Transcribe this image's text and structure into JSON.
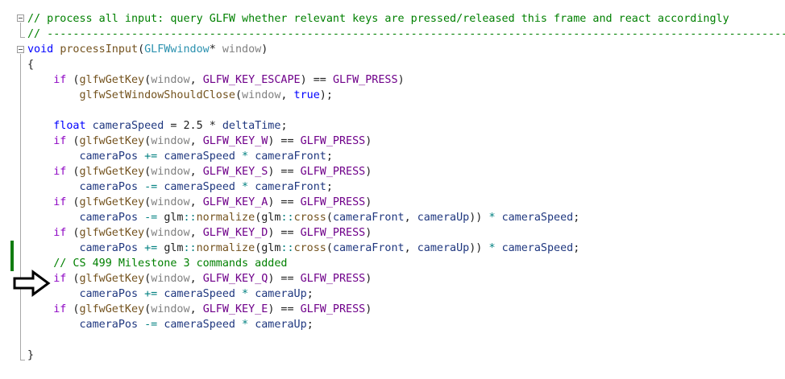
{
  "code": {
    "lines": [
      {
        "id": "l1",
        "tokens": [
          {
            "t": "// process all input: query GLFW whether relevant keys are pressed/released this frame and react accordingly",
            "c": "c"
          }
        ]
      },
      {
        "id": "l2",
        "tokens": [
          {
            "t": "// -------------------------------------------------------------------------------------------------------------------",
            "c": "c"
          }
        ]
      },
      {
        "id": "l3",
        "tokens": [
          {
            "t": "void",
            "c": "k"
          },
          {
            "t": " ",
            "c": "n"
          },
          {
            "t": "processInput",
            "c": "f"
          },
          {
            "t": "(",
            "c": "n"
          },
          {
            "t": "GLFWwindow",
            "c": "t"
          },
          {
            "t": "* ",
            "c": "n"
          },
          {
            "t": "window",
            "c": "p"
          },
          {
            "t": ")",
            "c": "n"
          }
        ]
      },
      {
        "id": "l4",
        "tokens": [
          {
            "t": "{",
            "c": "n"
          }
        ]
      },
      {
        "id": "l5",
        "tokens": [
          {
            "t": "    ",
            "c": "n"
          },
          {
            "t": "if",
            "c": "cf"
          },
          {
            "t": " (",
            "c": "n"
          },
          {
            "t": "glfwGetKey",
            "c": "f"
          },
          {
            "t": "(",
            "c": "n"
          },
          {
            "t": "window",
            "c": "p"
          },
          {
            "t": ", ",
            "c": "n"
          },
          {
            "t": "GLFW_KEY_ESCAPE",
            "c": "m"
          },
          {
            "t": ") == ",
            "c": "n"
          },
          {
            "t": "GLFW_PRESS",
            "c": "m"
          },
          {
            "t": ")",
            "c": "n"
          }
        ]
      },
      {
        "id": "l6",
        "tokens": [
          {
            "t": "        ",
            "c": "n"
          },
          {
            "t": "glfwSetWindowShouldClose",
            "c": "f"
          },
          {
            "t": "(",
            "c": "n"
          },
          {
            "t": "window",
            "c": "p"
          },
          {
            "t": ", ",
            "c": "n"
          },
          {
            "t": "true",
            "c": "k"
          },
          {
            "t": ");",
            "c": "n"
          }
        ]
      },
      {
        "id": "l7",
        "tokens": [
          {
            "t": "",
            "c": "n"
          }
        ]
      },
      {
        "id": "l8",
        "tokens": [
          {
            "t": "    ",
            "c": "n"
          },
          {
            "t": "float",
            "c": "k"
          },
          {
            "t": " ",
            "c": "n"
          },
          {
            "t": "cameraSpeed",
            "c": "v"
          },
          {
            "t": " = 2.5 * ",
            "c": "n"
          },
          {
            "t": "deltaTime",
            "c": "v"
          },
          {
            "t": ";",
            "c": "n"
          }
        ]
      },
      {
        "id": "l9",
        "tokens": [
          {
            "t": "    ",
            "c": "n"
          },
          {
            "t": "if",
            "c": "cf"
          },
          {
            "t": " (",
            "c": "n"
          },
          {
            "t": "glfwGetKey",
            "c": "f"
          },
          {
            "t": "(",
            "c": "n"
          },
          {
            "t": "window",
            "c": "p"
          },
          {
            "t": ", ",
            "c": "n"
          },
          {
            "t": "GLFW_KEY_W",
            "c": "m"
          },
          {
            "t": ") == ",
            "c": "n"
          },
          {
            "t": "GLFW_PRESS",
            "c": "m"
          },
          {
            "t": ")",
            "c": "n"
          }
        ]
      },
      {
        "id": "l10",
        "tokens": [
          {
            "t": "        ",
            "c": "n"
          },
          {
            "t": "cameraPos",
            "c": "v"
          },
          {
            "t": " += ",
            "c": "o"
          },
          {
            "t": "cameraSpeed",
            "c": "v"
          },
          {
            "t": " * ",
            "c": "o"
          },
          {
            "t": "cameraFront",
            "c": "v"
          },
          {
            "t": ";",
            "c": "n"
          }
        ]
      },
      {
        "id": "l11",
        "tokens": [
          {
            "t": "    ",
            "c": "n"
          },
          {
            "t": "if",
            "c": "cf"
          },
          {
            "t": " (",
            "c": "n"
          },
          {
            "t": "glfwGetKey",
            "c": "f"
          },
          {
            "t": "(",
            "c": "n"
          },
          {
            "t": "window",
            "c": "p"
          },
          {
            "t": ", ",
            "c": "n"
          },
          {
            "t": "GLFW_KEY_S",
            "c": "m"
          },
          {
            "t": ") == ",
            "c": "n"
          },
          {
            "t": "GLFW_PRESS",
            "c": "m"
          },
          {
            "t": ")",
            "c": "n"
          }
        ]
      },
      {
        "id": "l12",
        "tokens": [
          {
            "t": "        ",
            "c": "n"
          },
          {
            "t": "cameraPos",
            "c": "v"
          },
          {
            "t": " -= ",
            "c": "o"
          },
          {
            "t": "cameraSpeed",
            "c": "v"
          },
          {
            "t": " * ",
            "c": "o"
          },
          {
            "t": "cameraFront",
            "c": "v"
          },
          {
            "t": ";",
            "c": "n"
          }
        ]
      },
      {
        "id": "l13",
        "tokens": [
          {
            "t": "    ",
            "c": "n"
          },
          {
            "t": "if",
            "c": "cf"
          },
          {
            "t": " (",
            "c": "n"
          },
          {
            "t": "glfwGetKey",
            "c": "f"
          },
          {
            "t": "(",
            "c": "n"
          },
          {
            "t": "window",
            "c": "p"
          },
          {
            "t": ", ",
            "c": "n"
          },
          {
            "t": "GLFW_KEY_A",
            "c": "m"
          },
          {
            "t": ") == ",
            "c": "n"
          },
          {
            "t": "GLFW_PRESS",
            "c": "m"
          },
          {
            "t": ")",
            "c": "n"
          }
        ]
      },
      {
        "id": "l14",
        "tokens": [
          {
            "t": "        ",
            "c": "n"
          },
          {
            "t": "cameraPos",
            "c": "v"
          },
          {
            "t": " -= ",
            "c": "o"
          },
          {
            "t": "glm",
            "c": "n"
          },
          {
            "t": "::",
            "c": "o"
          },
          {
            "t": "normalize",
            "c": "f"
          },
          {
            "t": "(",
            "c": "n"
          },
          {
            "t": "glm",
            "c": "n"
          },
          {
            "t": "::",
            "c": "o"
          },
          {
            "t": "cross",
            "c": "f"
          },
          {
            "t": "(",
            "c": "n"
          },
          {
            "t": "cameraFront",
            "c": "v"
          },
          {
            "t": ", ",
            "c": "n"
          },
          {
            "t": "cameraUp",
            "c": "v"
          },
          {
            "t": ")) ",
            "c": "n"
          },
          {
            "t": "*",
            "c": "o"
          },
          {
            "t": " ",
            "c": "n"
          },
          {
            "t": "cameraSpeed",
            "c": "v"
          },
          {
            "t": ";",
            "c": "n"
          }
        ]
      },
      {
        "id": "l15",
        "tokens": [
          {
            "t": "    ",
            "c": "n"
          },
          {
            "t": "if",
            "c": "cf"
          },
          {
            "t": " (",
            "c": "n"
          },
          {
            "t": "glfwGetKey",
            "c": "f"
          },
          {
            "t": "(",
            "c": "n"
          },
          {
            "t": "window",
            "c": "p"
          },
          {
            "t": ", ",
            "c": "n"
          },
          {
            "t": "GLFW_KEY_D",
            "c": "m"
          },
          {
            "t": ") == ",
            "c": "n"
          },
          {
            "t": "GLFW_PRESS",
            "c": "m"
          },
          {
            "t": ")",
            "c": "n"
          }
        ]
      },
      {
        "id": "l16",
        "tokens": [
          {
            "t": "        ",
            "c": "n"
          },
          {
            "t": "cameraPos",
            "c": "v"
          },
          {
            "t": " += ",
            "c": "o"
          },
          {
            "t": "glm",
            "c": "n"
          },
          {
            "t": "::",
            "c": "o"
          },
          {
            "t": "normalize",
            "c": "f"
          },
          {
            "t": "(",
            "c": "n"
          },
          {
            "t": "glm",
            "c": "n"
          },
          {
            "t": "::",
            "c": "o"
          },
          {
            "t": "cross",
            "c": "f"
          },
          {
            "t": "(",
            "c": "n"
          },
          {
            "t": "cameraFront",
            "c": "v"
          },
          {
            "t": ", ",
            "c": "n"
          },
          {
            "t": "cameraUp",
            "c": "v"
          },
          {
            "t": ")) ",
            "c": "n"
          },
          {
            "t": "*",
            "c": "o"
          },
          {
            "t": " ",
            "c": "n"
          },
          {
            "t": "cameraSpeed",
            "c": "v"
          },
          {
            "t": ";",
            "c": "n"
          }
        ]
      },
      {
        "id": "l17",
        "tokens": [
          {
            "t": "    ",
            "c": "n"
          },
          {
            "t": "// CS 499 Milestone 3 commands added",
            "c": "c"
          }
        ]
      },
      {
        "id": "l18",
        "tokens": [
          {
            "t": "    ",
            "c": "n"
          },
          {
            "t": "if",
            "c": "cf"
          },
          {
            "t": " (",
            "c": "n"
          },
          {
            "t": "glfwGetKey",
            "c": "f"
          },
          {
            "t": "(",
            "c": "n"
          },
          {
            "t": "window",
            "c": "p"
          },
          {
            "t": ", ",
            "c": "n"
          },
          {
            "t": "GLFW_KEY_Q",
            "c": "m"
          },
          {
            "t": ") == ",
            "c": "n"
          },
          {
            "t": "GLFW_PRESS",
            "c": "m"
          },
          {
            "t": ")",
            "c": "n"
          }
        ]
      },
      {
        "id": "l19",
        "tokens": [
          {
            "t": "        ",
            "c": "n"
          },
          {
            "t": "cameraPos",
            "c": "v"
          },
          {
            "t": " += ",
            "c": "o"
          },
          {
            "t": "cameraSpeed",
            "c": "v"
          },
          {
            "t": " * ",
            "c": "o"
          },
          {
            "t": "cameraUp",
            "c": "v"
          },
          {
            "t": ";",
            "c": "n"
          }
        ]
      },
      {
        "id": "l20",
        "tokens": [
          {
            "t": "    ",
            "c": "n"
          },
          {
            "t": "if",
            "c": "cf"
          },
          {
            "t": " (",
            "c": "n"
          },
          {
            "t": "glfwGetKey",
            "c": "f"
          },
          {
            "t": "(",
            "c": "n"
          },
          {
            "t": "window",
            "c": "p"
          },
          {
            "t": ", ",
            "c": "n"
          },
          {
            "t": "GLFW_KEY_E",
            "c": "m"
          },
          {
            "t": ") == ",
            "c": "n"
          },
          {
            "t": "GLFW_PRESS",
            "c": "m"
          },
          {
            "t": ")",
            "c": "n"
          }
        ]
      },
      {
        "id": "l21",
        "tokens": [
          {
            "t": "        ",
            "c": "n"
          },
          {
            "t": "cameraPos",
            "c": "v"
          },
          {
            "t": " -= ",
            "c": "o"
          },
          {
            "t": "cameraSpeed",
            "c": "v"
          },
          {
            "t": " * ",
            "c": "o"
          },
          {
            "t": "cameraUp",
            "c": "v"
          },
          {
            "t": ";",
            "c": "n"
          }
        ]
      },
      {
        "id": "l22",
        "tokens": [
          {
            "t": "",
            "c": "n"
          }
        ]
      },
      {
        "id": "l23",
        "tokens": [
          {
            "t": "}",
            "c": "n"
          }
        ]
      }
    ]
  },
  "colors": {
    "comment": "#008000",
    "keyword": "#0000ff",
    "control": "#8f08c4",
    "function": "#74531f",
    "macro": "#6f008a",
    "parameter": "#808080",
    "type": "#2b91af",
    "variable": "#1f377f",
    "change_marker": "#107c10"
  },
  "icons": {
    "fold": "collapse-box-icon",
    "pointer": "outline-arrow-right-icon"
  }
}
